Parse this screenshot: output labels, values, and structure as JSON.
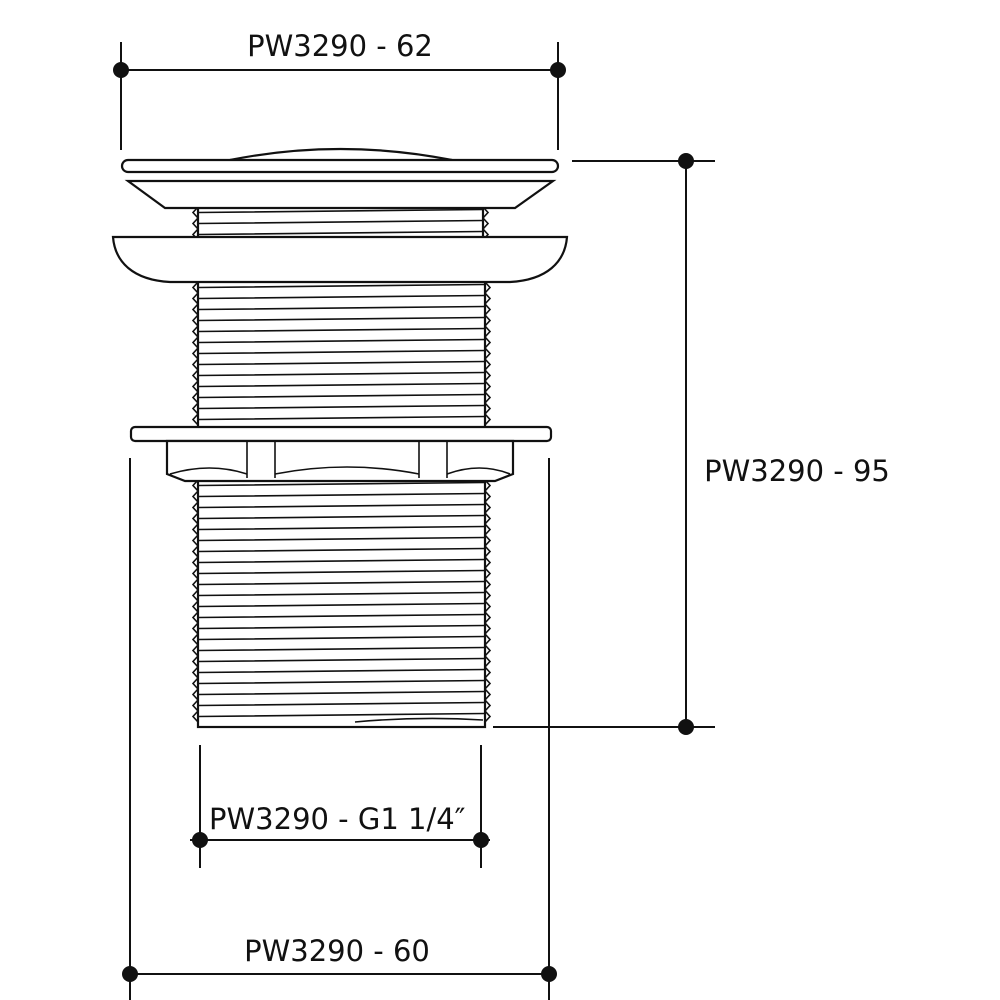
{
  "drawing": {
    "part_code": "PW3290",
    "dimensions": {
      "top_width": "PW3290 - 62",
      "height": "PW3290 - 95",
      "thread": "PW3290 - G1 1/4″",
      "bottom_width": "PW3290 - 60"
    }
  },
  "colors": {
    "line": "#111111",
    "background": "#ffffff"
  }
}
